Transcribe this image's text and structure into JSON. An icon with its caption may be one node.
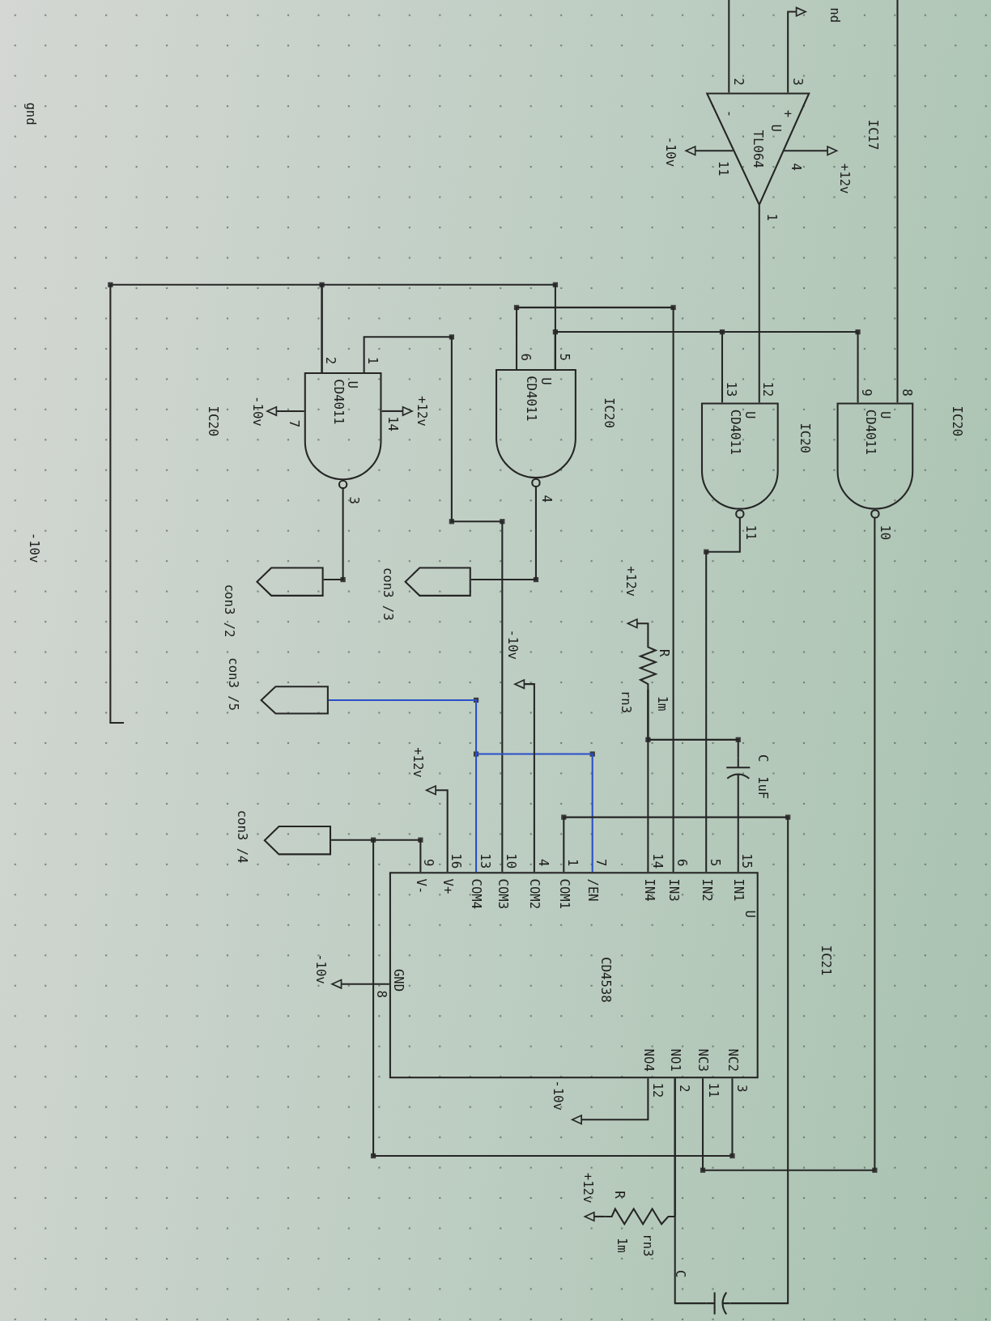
{
  "diagram": {
    "nodes": [
      {
        "text": [
          "-",
          "+",
          "U",
          "TL064"
        ]
      },
      {
        "text": [
          "U",
          "CD4011"
        ],
        "beside": [
          "IC20"
        ]
      },
      {
        "text": [
          "U",
          "CD4011"
        ],
        "beside": [
          "IC20"
        ]
      },
      {
        "text": [
          "U",
          "CD4011"
        ],
        "beside": [
          "IC20"
        ]
      },
      {
        "text": [
          "U",
          "CD4011"
        ]
      },
      {
        "text": [],
        "shape": "pentagon",
        "beside": [
          "con3 /2"
        ]
      },
      {
        "text": [],
        "shape": "pentagon",
        "beside": [
          "con3 /3"
        ]
      },
      {
        "text": [],
        "shape": "pentagon",
        "beside": [
          "con3 /5"
        ]
      },
      {
        "text": [],
        "shape": "pentagon",
        "beside": [
          "con3 /4"
        ]
      },
      {
        "text": [
          "U",
          "IN1",
          "IN2",
          "IN3",
          "IN4",
          "/EN",
          "COM1",
          "COM2",
          "COM3",
          "COM4",
          "V+",
          "V-",
          "CD4538",
          "GND",
          "NC2",
          "NC3",
          "NO1",
          "NO4"
        ]
      },
      {
        "text": [],
        "shape": "resistor",
        "beside": [
          "R",
          "1m",
          "rn3"
        ]
      },
      {
        "text": [],
        "shape": "capacitor",
        "beside": [
          "C",
          "1uF"
        ]
      },
      {
        "text": [],
        "shape": "resistor",
        "beside": [
          "R",
          "rn3",
          "1m"
        ]
      },
      {
        "text": [],
        "shape": "capacitor",
        "beside": [
          "C"
        ]
      },
      {
        "text": [
          "nd"
        ]
      },
      {
        "text": [
          "-10v"
        ]
      },
      {
        "text": [
          "+12v"
        ]
      },
      {
        "text": [
          "-10v"
        ]
      },
      {
        "text": [
          "+12v"
        ]
      },
      {
        "text": [
          "-10v"
        ]
      },
      {
        "text": [
          "+12v"
        ]
      },
      {
        "text": [
          "+12v"
        ]
      },
      {
        "text": [
          "-10v"
        ]
      },
      {
        "text": [
          "-10v"
        ]
      },
      {
        "text": [
          "+12v"
        ]
      }
    ],
    "edges": [
      {
        "from": 0,
        "to": 2,
        "arrow": "none"
      },
      {
        "from": 3,
        "to": 2,
        "arrow": "none"
      },
      {
        "from": 3,
        "to": 1,
        "arrow": "none"
      },
      {
        "from": 4,
        "to": 3,
        "arrow": "none"
      },
      {
        "from": 4,
        "to": null,
        "arrow": "none"
      },
      {
        "from": null,
        "to": 1,
        "arrow": "none"
      },
      {
        "from": null,
        "to": 0,
        "arrow": "none"
      },
      {
        "from": 4,
        "to": 5,
        "arrow": "none"
      },
      {
        "from": 3,
        "to": 6,
        "arrow": "none"
      },
      {
        "from": 3,
        "to": 9,
        "arrow": "none"
      },
      {
        "from": 4,
        "to": 9,
        "arrow": "none"
      },
      {
        "from": 2,
        "to": 9,
        "arrow": "none"
      },
      {
        "from": 1,
        "to": 9,
        "arrow": "none"
      },
      {
        "from": 7,
        "to": 9,
        "arrow": "none",
        "color": "#2a4fc8"
      },
      {
        "from": 8,
        "to": 9,
        "arrow": "none"
      },
      {
        "from": 10,
        "to": 9,
        "arrow": "none"
      },
      {
        "from": 10,
        "to": 11,
        "arrow": "none"
      },
      {
        "from": 11,
        "to": 9,
        "arrow": "none"
      },
      {
        "from": 9,
        "to": 12,
        "arrow": "none"
      },
      {
        "from": 9,
        "to": 13,
        "arrow": "none"
      },
      {
        "from": 9,
        "to": 13,
        "arrow": "none"
      },
      {
        "from": 0,
        "to": 14,
        "arrow": "none"
      },
      {
        "from": 0,
        "to": 15,
        "arrow": "none"
      },
      {
        "from": 0,
        "to": 16,
        "arrow": "none"
      },
      {
        "from": 4,
        "to": 17,
        "arrow": "none"
      },
      {
        "from": 4,
        "to": 18,
        "arrow": "none"
      },
      {
        "from": 9,
        "to": 19,
        "arrow": "none"
      },
      {
        "from": 10,
        "to": 20,
        "arrow": "none"
      },
      {
        "from": 9,
        "to": 21,
        "arrow": "none"
      },
      {
        "from": 9,
        "to": 22,
        "arrow": "none"
      },
      {
        "from": 9,
        "to": 23,
        "arrow": "none"
      },
      {
        "from": 12,
        "to": 24,
        "arrow": "none"
      }
    ],
    "labels": [
      "2",
      "3",
      "11",
      "4",
      "IC17",
      "1",
      "gnd",
      "8",
      "9",
      "13",
      "12",
      "5",
      "6",
      "1",
      "2",
      "14",
      "7",
      "IC20",
      "10",
      "11",
      "4",
      "3",
      "-10v",
      "9",
      "16",
      "13",
      "10",
      "4",
      "1",
      "7",
      "14",
      "6",
      "5",
      "15",
      "8",
      "IC21",
      "3",
      "11",
      "2",
      "12"
    ]
  }
}
